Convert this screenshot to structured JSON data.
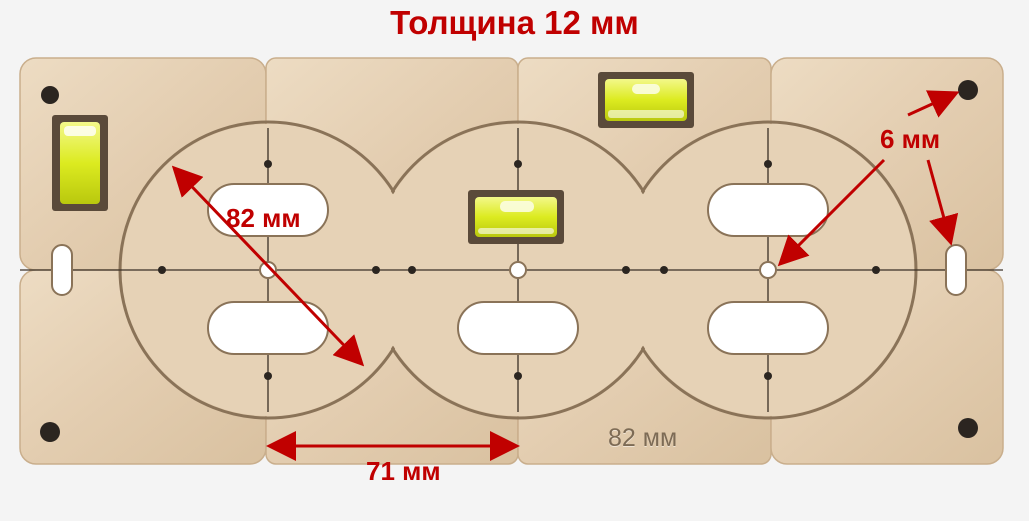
{
  "title": "Толщина 12 мм",
  "dimension_labels": {
    "diameter": "82 мм",
    "hole": "6 мм",
    "spacing": "71 мм"
  },
  "engraved_text": "82 мм",
  "colors": {
    "background": "#f4f4f4",
    "wood": "#e3cdb0",
    "wood_edge": "#c9ae8c",
    "annotation": "#c00000",
    "engraving": "#7d6b55",
    "level_bubble": "#e6f230"
  }
}
